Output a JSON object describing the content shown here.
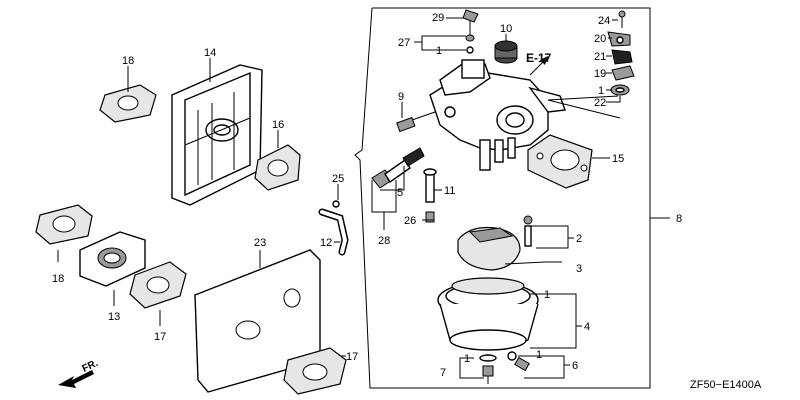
{
  "diagram": {
    "drawing_code": "ZF50−E1400A",
    "direction_label": "FR.",
    "section_ref": "E-17",
    "part_numbers": [
      "1",
      "2",
      "3",
      "4",
      "5",
      "6",
      "7",
      "8",
      "9",
      "10",
      "11",
      "12",
      "13",
      "14",
      "15",
      "16",
      "17",
      "18",
      "19",
      "20",
      "21",
      "22",
      "23",
      "24",
      "25",
      "26",
      "27",
      "28",
      "29"
    ],
    "callouts": [
      {
        "id": "29",
        "text": "29"
      },
      {
        "id": "10",
        "text": "10"
      },
      {
        "id": "24",
        "text": "24"
      },
      {
        "id": "27",
        "text": "27"
      },
      {
        "id": "1a",
        "text": "1"
      },
      {
        "id": "20",
        "text": "20"
      },
      {
        "id": "21",
        "text": "21"
      },
      {
        "id": "19",
        "text": "19"
      },
      {
        "id": "1b",
        "text": "1"
      },
      {
        "id": "22",
        "text": "22"
      },
      {
        "id": "9",
        "text": "9"
      },
      {
        "id": "18a",
        "text": "18"
      },
      {
        "id": "14",
        "text": "14"
      },
      {
        "id": "16",
        "text": "16"
      },
      {
        "id": "15",
        "text": "15"
      },
      {
        "id": "25",
        "text": "25"
      },
      {
        "id": "5",
        "text": "5"
      },
      {
        "id": "11",
        "text": "11"
      },
      {
        "id": "26",
        "text": "26"
      },
      {
        "id": "8",
        "text": "8"
      },
      {
        "id": "28",
        "text": "28"
      },
      {
        "id": "12",
        "text": "12"
      },
      {
        "id": "23",
        "text": "23"
      },
      {
        "id": "2",
        "text": "2"
      },
      {
        "id": "3",
        "text": "3"
      },
      {
        "id": "18b",
        "text": "18"
      },
      {
        "id": "13",
        "text": "13"
      },
      {
        "id": "17a",
        "text": "17"
      },
      {
        "id": "1c",
        "text": "1"
      },
      {
        "id": "4",
        "text": "4"
      },
      {
        "id": "1d",
        "text": "1"
      },
      {
        "id": "1e",
        "text": "1"
      },
      {
        "id": "6",
        "text": "6"
      },
      {
        "id": "7",
        "text": "7"
      },
      {
        "id": "17b",
        "text": "17"
      }
    ]
  }
}
